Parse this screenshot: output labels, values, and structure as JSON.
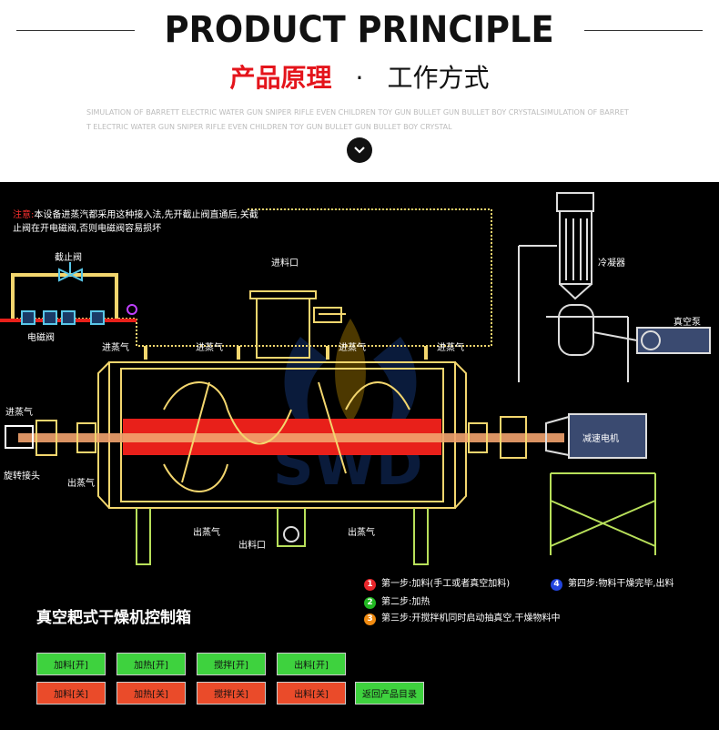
{
  "header": {
    "title": "PRODUCT PRINCIPLE",
    "subtitle_red": "产品原理",
    "subtitle_dot": "·",
    "subtitle_black": "工作方式",
    "tagline": "SIMULATION OF BARRETT ELECTRIC WATER GUN SNIPER RIFLE EVEN CHILDREN TOY GUN BULLET GUN BULLET BOY CRYSTALSIMULATION OF BARRETT ELECTRIC WATER GUN SNIPER RIFLE EVEN CHILDREN TOY GUN BULLET GUN BULLET BOY CRYSTAL"
  },
  "diagram": {
    "note_prefix": "注意:",
    "note_text": "本设备进蒸汽都采用这种接入法,先开截止阀直通后,关截止阀在开电磁阀,否则电磁阀容易损坏",
    "labels": {
      "shutoff_valve": "截止阀",
      "solenoid_valve": "电磁阀",
      "feed_inlet": "进料口",
      "condenser": "冷凝器",
      "vacuum_pump": "真空泵",
      "steam_in_1": "进蒸气",
      "steam_in_2": "进蒸气",
      "steam_in_3": "进蒸气",
      "steam_in_4": "进蒸气",
      "steam_in_left": "进蒸气",
      "rotary_joint": "旋转接头",
      "steam_out_left": "出蒸气",
      "steam_out_bottom_left": "出蒸气",
      "steam_out_bottom_right": "出蒸气",
      "discharge": "出料口",
      "gear_motor": "减速电机"
    },
    "watermark": "SWD"
  },
  "steps": [
    {
      "num": "1",
      "text": "第一步:加料(手工或者真空加料)",
      "color": "#e8262b"
    },
    {
      "num": "2",
      "text": "第二步:加热",
      "color": "#22b822"
    },
    {
      "num": "3",
      "text": "第三步:开搅拌机同时启动抽真空,干燥物料中",
      "color": "#f08a10"
    },
    {
      "num": "4",
      "text": "第四步:物料干燥完毕,出料",
      "color": "#2244dd"
    }
  ],
  "panel": {
    "title": "真空耙式干燥机控制箱",
    "buttons_on": [
      "加料[开]",
      "加热[开]",
      "搅拌[开]",
      "出料[开]"
    ],
    "buttons_off": [
      "加料[关]",
      "加热[关]",
      "搅拌[关]",
      "出料[关]"
    ],
    "back": "返回产品目录"
  },
  "colors": {
    "pipe_yellow": "#f3d66e",
    "pipe_red": "#e8201a",
    "frame_green": "#b8e05a",
    "button_green": "#3ed23e",
    "button_red": "#ea4b2a",
    "accent_red": "#e4141b"
  }
}
